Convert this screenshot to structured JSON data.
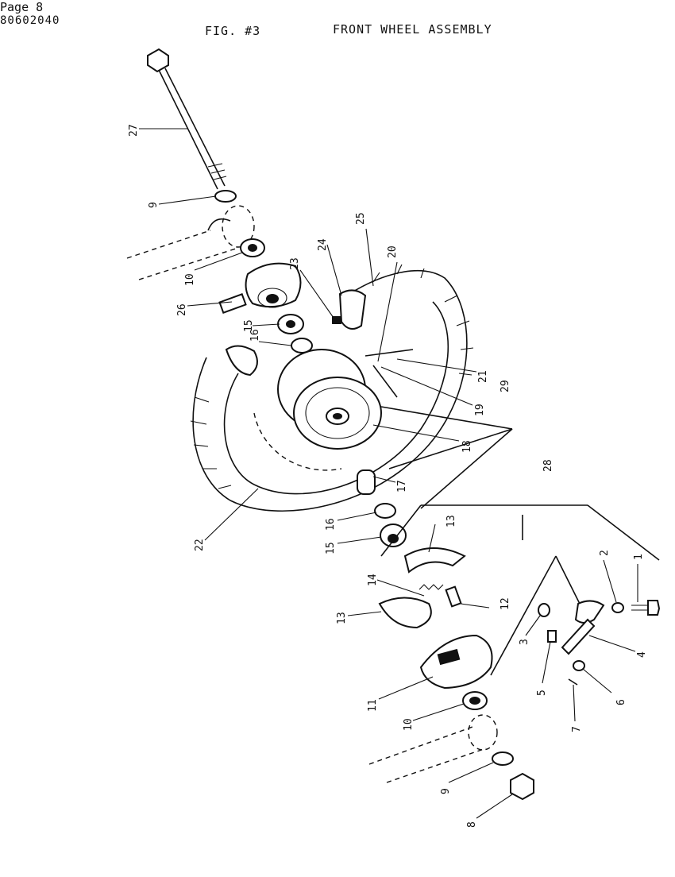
{
  "header": {
    "figure": "FIG. #3",
    "title": "FRONT WHEEL ASSEMBLY"
  },
  "footer": {
    "page": "Page 8",
    "document_number": "80602040"
  },
  "callouts": [
    {
      "label": "27"
    },
    {
      "label": "9"
    },
    {
      "label": "10"
    },
    {
      "label": "26"
    },
    {
      "label": "15"
    },
    {
      "label": "16"
    },
    {
      "label": "23"
    },
    {
      "label": "24"
    },
    {
      "label": "25"
    },
    {
      "label": "20"
    },
    {
      "label": "21"
    },
    {
      "label": "19"
    },
    {
      "label": "29"
    },
    {
      "label": "18"
    },
    {
      "label": "17"
    },
    {
      "label": "22"
    },
    {
      "label": "16"
    },
    {
      "label": "15"
    },
    {
      "label": "13"
    },
    {
      "label": "28"
    },
    {
      "label": "14"
    },
    {
      "label": "12"
    },
    {
      "label": "13"
    },
    {
      "label": "11"
    },
    {
      "label": "10"
    },
    {
      "label": "9"
    },
    {
      "label": "8"
    },
    {
      "label": "2"
    },
    {
      "label": "1"
    },
    {
      "label": "3"
    },
    {
      "label": "5"
    },
    {
      "label": "4"
    },
    {
      "label": "6"
    },
    {
      "label": "7"
    }
  ]
}
